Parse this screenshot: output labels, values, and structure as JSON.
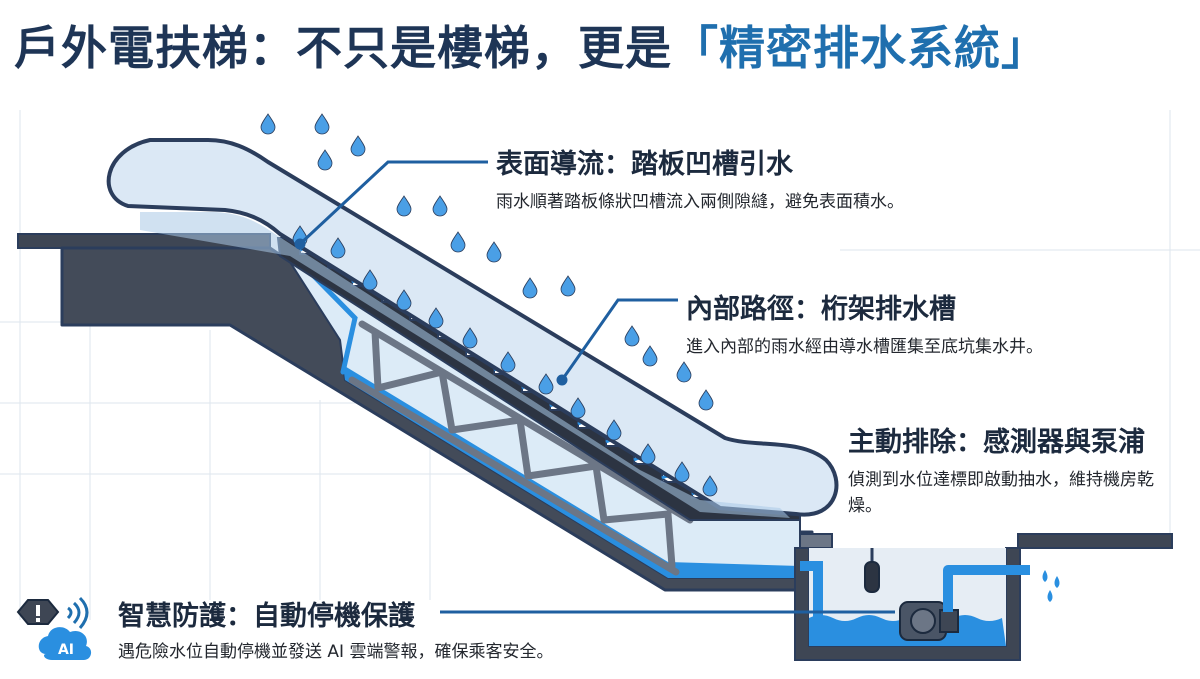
{
  "title": {
    "main": "戶外電扶梯：不只是樓梯，更是",
    "highlight": "「精密排水系統」"
  },
  "callouts": {
    "surface": {
      "heading": "表面導流：踏板凹槽引水",
      "text": "雨水順著踏板條狀凹槽流入兩側隙縫，避免表面積水。"
    },
    "internal": {
      "heading": "內部路徑：桁架排水槽",
      "text": "進入內部的雨水經由導水槽匯集至底坑集水井。"
    },
    "active": {
      "heading": "主動排除：感測器與泵浦",
      "text": "偵測到水位達標即啟動抽水，維持機房乾燥。"
    },
    "smart": {
      "heading": "智慧防護：自動停機保護",
      "text": "遇危險水位自動停機並發送 AI 雲端警報，確保乘客安全。"
    }
  },
  "icons": {
    "warning": "warning-icon",
    "wireless": "wireless-signal-icon",
    "cloud": "cloud-icon",
    "cloud_label": "AI",
    "pump": "pump-icon",
    "sensor": "water-level-sensor-icon",
    "raindrop": "raindrop-icon"
  },
  "colors": {
    "title": "#1e3556",
    "title_accent": "#1f6fae",
    "water": "#2a8fe0",
    "water_light": "#cfe4f6",
    "structure": "#3e4654",
    "outline": "#2b3d5c",
    "leader": "#1f5fa0"
  }
}
